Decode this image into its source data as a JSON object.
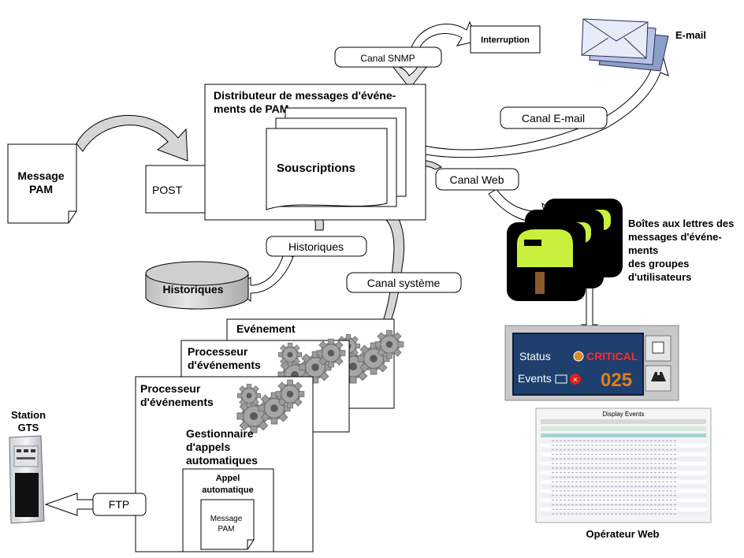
{
  "labels": {
    "message_pam": [
      "Message",
      "PAM"
    ],
    "post": "POST",
    "distributor_title": [
      "Distributeur de messages d'événe-",
      "ments de PAM"
    ],
    "souscriptions": "Souscriptions",
    "canal_snmp": "Canal SNMP",
    "interruption": "Interruption",
    "email": "E-mail",
    "canal_email": "Canal E-mail",
    "canal_web": "Canal Web",
    "mailboxes": [
      "Boîtes aux lettres des",
      "messages d'événe-",
      "ments",
      "des groupes",
      "d'utilisateurs"
    ],
    "historiques_channel": "Historiques",
    "historiques_db": "Historiques",
    "canal_systeme": "Canal système",
    "evenement": "Evénement",
    "processor_1": [
      "Processeur",
      "d'événements"
    ],
    "processor_2": [
      "Processeur",
      "d'événements"
    ],
    "gestionnaire": [
      "Gestionnaire",
      "d'appels",
      "automatiques"
    ],
    "appel": [
      "Appel",
      "automatique"
    ],
    "message_pam_small": [
      "Message",
      "PAM"
    ],
    "ftp": "FTP",
    "station_gts": [
      "Station",
      "GTS"
    ],
    "operateur_web": "Opérateur Web"
  },
  "status_panel": {
    "status_label": "Status",
    "status_value": "CRITICAL",
    "events_label": "Events",
    "events_count": "025"
  },
  "display_events": {
    "title": "Display Events"
  },
  "colors": {
    "arrow_fill": "#d4d4d4",
    "mailbox_green": "#c8f03c",
    "panel_bg": "#1f3f6e",
    "critical_red": "#ff2a2a",
    "counter_orange": "#e0801a"
  }
}
